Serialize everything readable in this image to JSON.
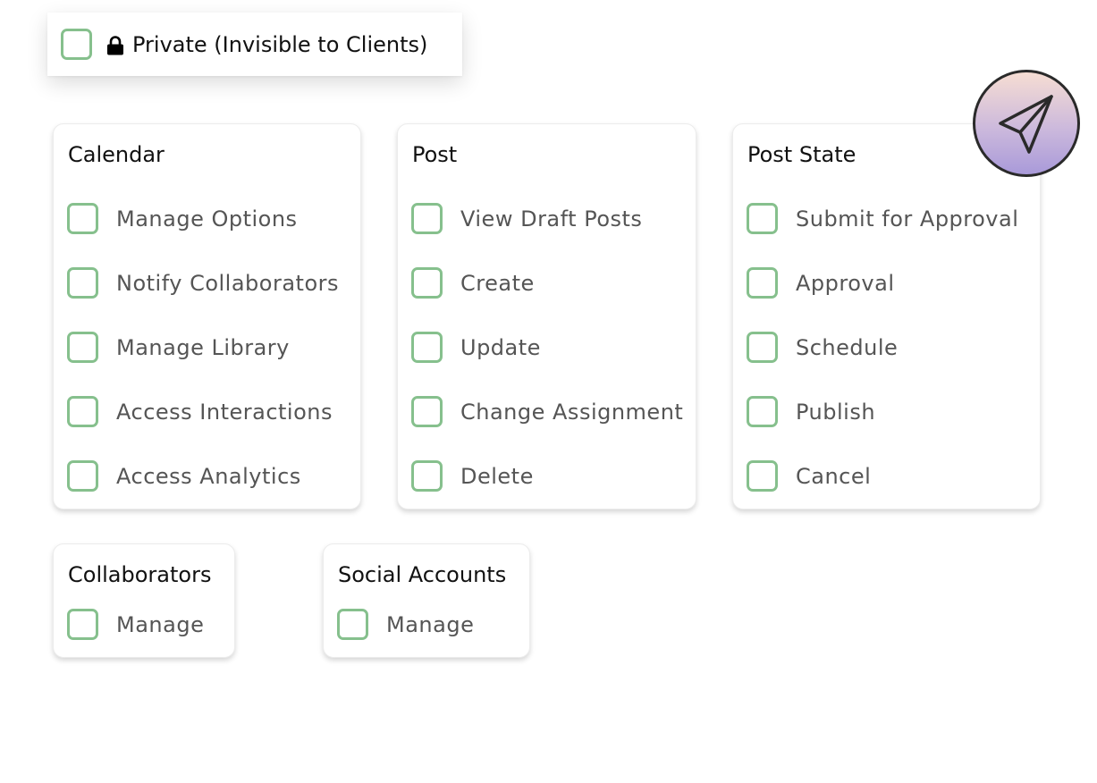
{
  "private_toggle": {
    "label": "Private (Invisible to Clients)",
    "icon": "lock-icon",
    "checked": false
  },
  "send_button": {
    "icon": "send-paper-plane-icon"
  },
  "colors": {
    "checkbox_border": "#86c08d",
    "item_text": "#555555",
    "title_text": "#111111"
  },
  "cards": {
    "calendar": {
      "title": "Calendar",
      "items": [
        {
          "label": "Manage Options",
          "checked": false
        },
        {
          "label": "Notify Collaborators",
          "checked": false
        },
        {
          "label": "Manage Library",
          "checked": false
        },
        {
          "label": "Access Interactions",
          "checked": false
        },
        {
          "label": "Access Analytics",
          "checked": false
        }
      ]
    },
    "post": {
      "title": "Post",
      "items": [
        {
          "label": "View Draft Posts",
          "checked": false
        },
        {
          "label": "Create",
          "checked": false
        },
        {
          "label": "Update",
          "checked": false
        },
        {
          "label": "Change Assignment",
          "checked": false
        },
        {
          "label": "Delete",
          "checked": false
        }
      ]
    },
    "post_state": {
      "title": "Post State",
      "items": [
        {
          "label": "Submit for Approval",
          "checked": false
        },
        {
          "label": "Approval",
          "checked": false
        },
        {
          "label": "Schedule",
          "checked": false
        },
        {
          "label": "Publish",
          "checked": false
        },
        {
          "label": "Cancel",
          "checked": false
        }
      ]
    },
    "collaborators": {
      "title": "Collaborators",
      "items": [
        {
          "label": "Manage",
          "checked": false
        }
      ]
    },
    "social_accounts": {
      "title": "Social Accounts",
      "items": [
        {
          "label": "Manage",
          "checked": false
        }
      ]
    }
  }
}
